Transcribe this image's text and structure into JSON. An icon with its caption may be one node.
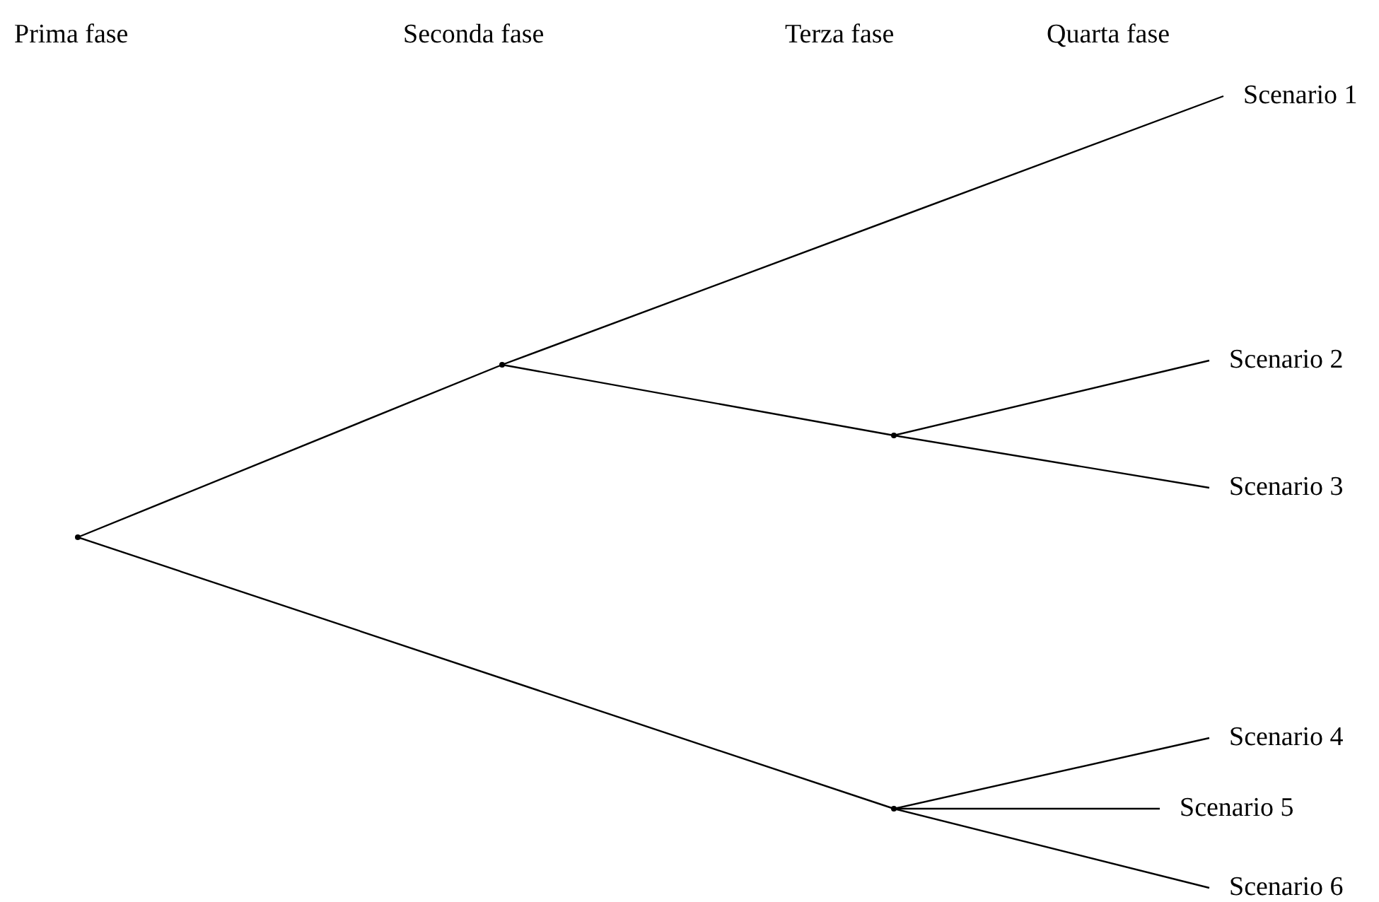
{
  "diagram": {
    "nodes": [
      {
        "text": [],
        "shape": "point"
      },
      {
        "text": [],
        "shape": "point"
      },
      {
        "text": [],
        "shape": "point"
      },
      {
        "text": [],
        "shape": "point"
      },
      {
        "text": [
          "Scenario 1"
        ]
      },
      {
        "text": [
          "Scenario 2"
        ]
      },
      {
        "text": [
          "Scenario 3"
        ]
      },
      {
        "text": [
          "Scenario 4"
        ]
      },
      {
        "text": [
          "Scenario 5"
        ]
      },
      {
        "text": [
          "Scenario 6"
        ]
      }
    ],
    "edges": [
      {
        "from": 0,
        "to": 1,
        "arrow": "none"
      },
      {
        "from": 0,
        "to": 3,
        "arrow": "none"
      },
      {
        "from": 1,
        "to": 4,
        "arrow": "none"
      },
      {
        "from": 1,
        "to": 2,
        "arrow": "none"
      },
      {
        "from": 2,
        "to": 5,
        "arrow": "none"
      },
      {
        "from": 2,
        "to": 6,
        "arrow": "none"
      },
      {
        "from": 3,
        "to": 7,
        "arrow": "none"
      },
      {
        "from": 3,
        "to": 8,
        "arrow": "none"
      },
      {
        "from": 3,
        "to": 9,
        "arrow": "none"
      }
    ],
    "labels": [
      "Prima fase",
      "Seconda fase",
      "Terza fase",
      "Quarta fase"
    ]
  }
}
